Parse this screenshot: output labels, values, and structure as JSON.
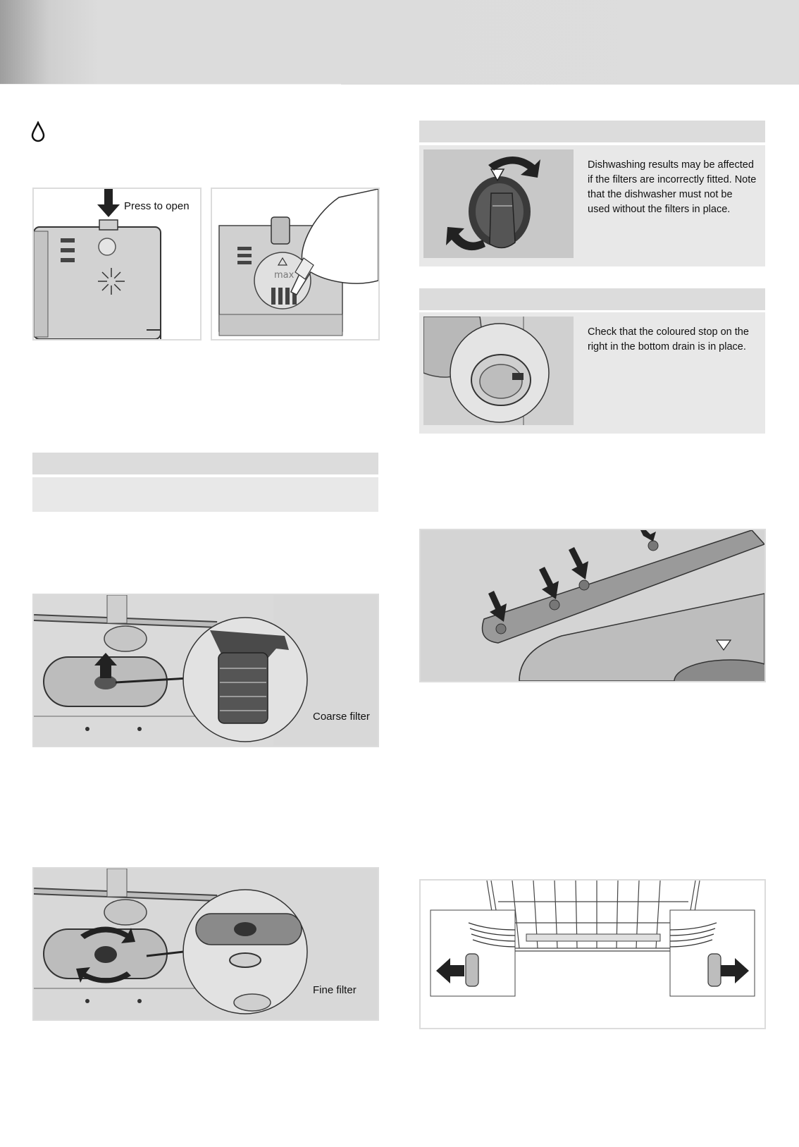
{
  "icons": {
    "water_drop": "water-drop-icon"
  },
  "figures": {
    "detergent_dispenser": {
      "caption": "Press to open"
    },
    "coarse_filter": {
      "caption": "Coarse filter"
    },
    "fine_filter": {
      "caption": "Fine filter"
    }
  },
  "notes": {
    "filters": {
      "text": "Dishwashing results may be affected if the filters are incorrectly fitted. Note that the dishwasher must not be used without the filters in place."
    },
    "drain": {
      "text": "Check that the coloured stop on the right in the bottom drain is in place."
    }
  },
  "colors": {
    "header_band": "#dddddd",
    "panel": "#e8e8e8",
    "bar": "#dcdcdc",
    "illustration_bg": "#d4d4d4",
    "dark_arrow": "#222222"
  }
}
